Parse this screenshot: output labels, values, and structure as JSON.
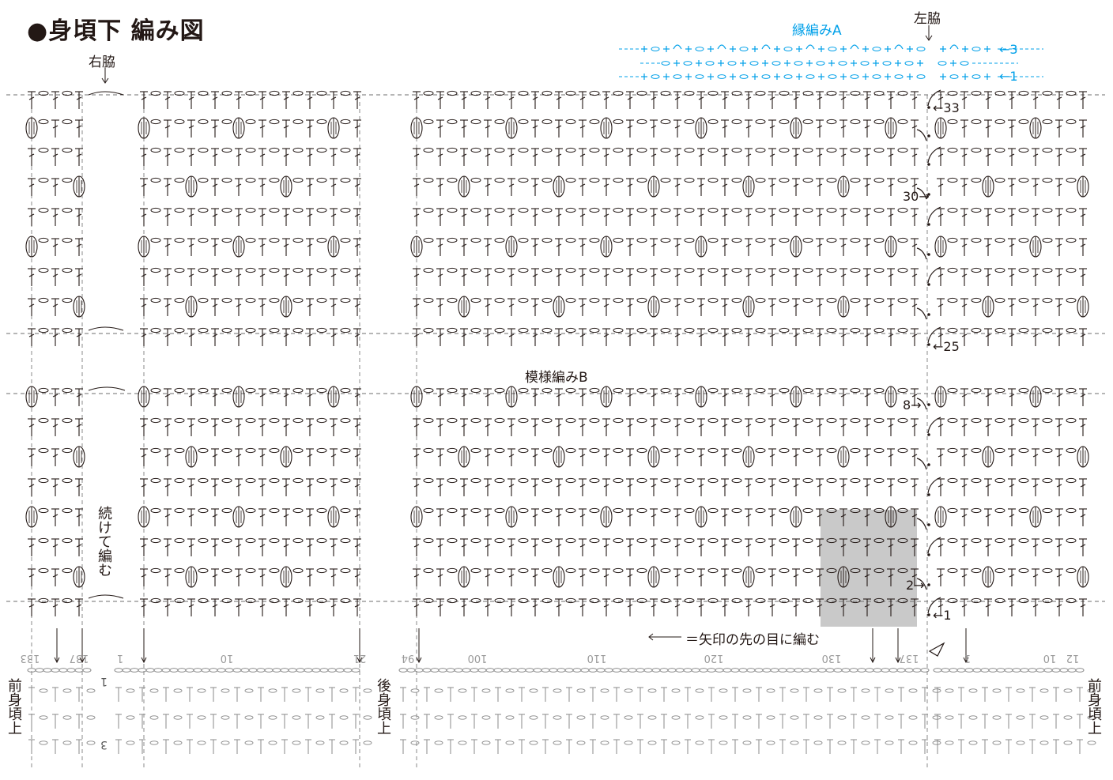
{
  "title": "●身頃下 編み図",
  "labels": {
    "right_side": "右脇",
    "left_side": "左脇",
    "edging_a": "縁編みA",
    "pattern_b": "模様編みB",
    "continue": "続けて編む",
    "arrow_legend": "＝矢印の先の目に編む",
    "front_upper": "前身頃上",
    "back_upper": "後身頃上"
  },
  "row_numbers": {
    "edging_row3": "←3",
    "edging_row1": "←1",
    "r33": "←33",
    "r30": "30→",
    "r25": "←25",
    "r8": "8→",
    "r2": "2→",
    "r1": "←1",
    "c3": "3",
    "c1": "1"
  },
  "stitch_numbers": [
    "133",
    "137",
    "1",
    "10",
    "21",
    "94",
    "100",
    "110",
    "120",
    "130",
    "137",
    "1",
    "10",
    "12"
  ],
  "colors": {
    "ink": "#231815",
    "edging": "#00a0e9",
    "highlight": "#c9c9c9",
    "guide": "#6e6e6e"
  }
}
